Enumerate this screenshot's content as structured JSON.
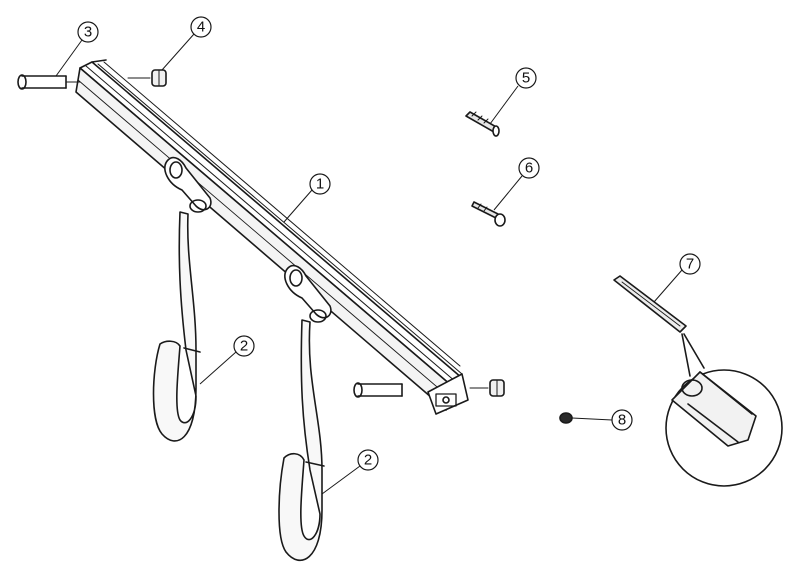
{
  "diagram": {
    "type": "exploded-parts-view",
    "parts": [
      {
        "id": "rail",
        "number": "1"
      },
      {
        "id": "hook-left",
        "number": "2"
      },
      {
        "id": "hook-right",
        "number": "2"
      },
      {
        "id": "pin",
        "number": "3"
      },
      {
        "id": "nut-top",
        "number": "4"
      },
      {
        "id": "screw",
        "number": "5"
      },
      {
        "id": "anchor",
        "number": "6"
      },
      {
        "id": "strip",
        "number": "7"
      },
      {
        "id": "cap",
        "number": "8"
      }
    ]
  },
  "colors": {
    "ink": "#1a1a1a",
    "background": "#ffffff"
  }
}
